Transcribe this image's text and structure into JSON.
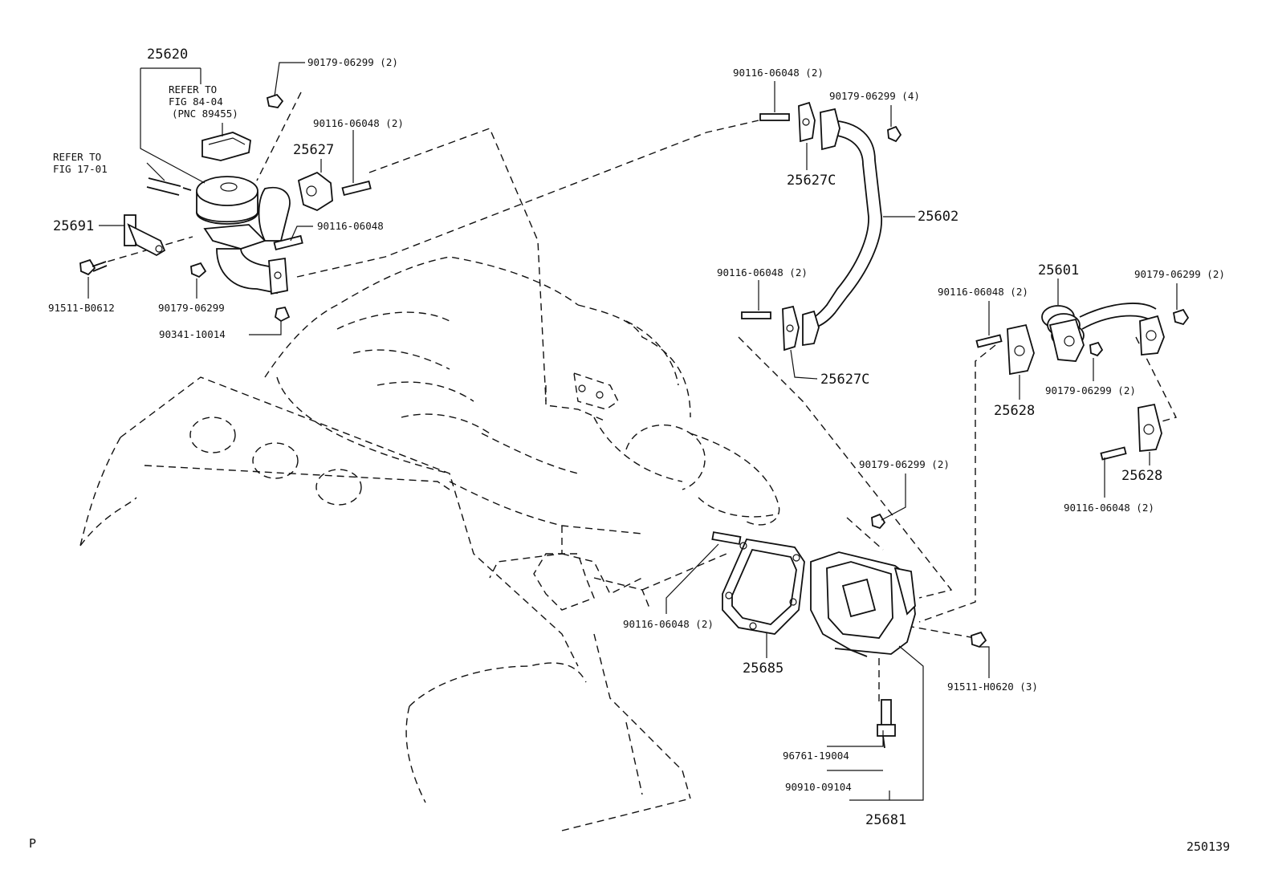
{
  "refs": {
    "fig_84": [
      "REFER TO",
      "FIG 84-04",
      "(PNC 89455)"
    ],
    "fig_17": [
      "REFER TO",
      "FIG 17-01"
    ]
  },
  "labels": {
    "p25620": "25620",
    "p90179_a": "90179-06299 (2)",
    "p90116_a": "90116-06048 (2)",
    "p25627": "25627",
    "p25691": "25691",
    "p90116_b": "90116-06048",
    "p91511_b": "91511-B0612",
    "p90179_b": "90179-06299",
    "p90341": "90341-10014",
    "p90116_c": "90116-06048 (2)",
    "p90179_c": "90179-06299 (4)",
    "p25627c_a": "25627C",
    "p25602": "25602",
    "p90116_d": "90116-06048 (2)",
    "p25627c_b": "25627C",
    "p25601": "25601",
    "p90116_e": "90116-06048 (2)",
    "p90179_d": "90179-06299 (2)",
    "p90179_e": "90179-06299 (2)",
    "p25628_a": "25628",
    "p25628_b": "25628",
    "p90116_f": "90116-06048 (2)",
    "p90179_f": "90179-06299 (2)",
    "p90116_g": "90116-06048 (2)",
    "p25685": "25685",
    "p91511_h": "91511-H0620 (3)",
    "p96761": "96761-19004",
    "p90910": "90910-09104",
    "p25681": "25681"
  },
  "footer": {
    "left": "P",
    "right": "250139"
  }
}
